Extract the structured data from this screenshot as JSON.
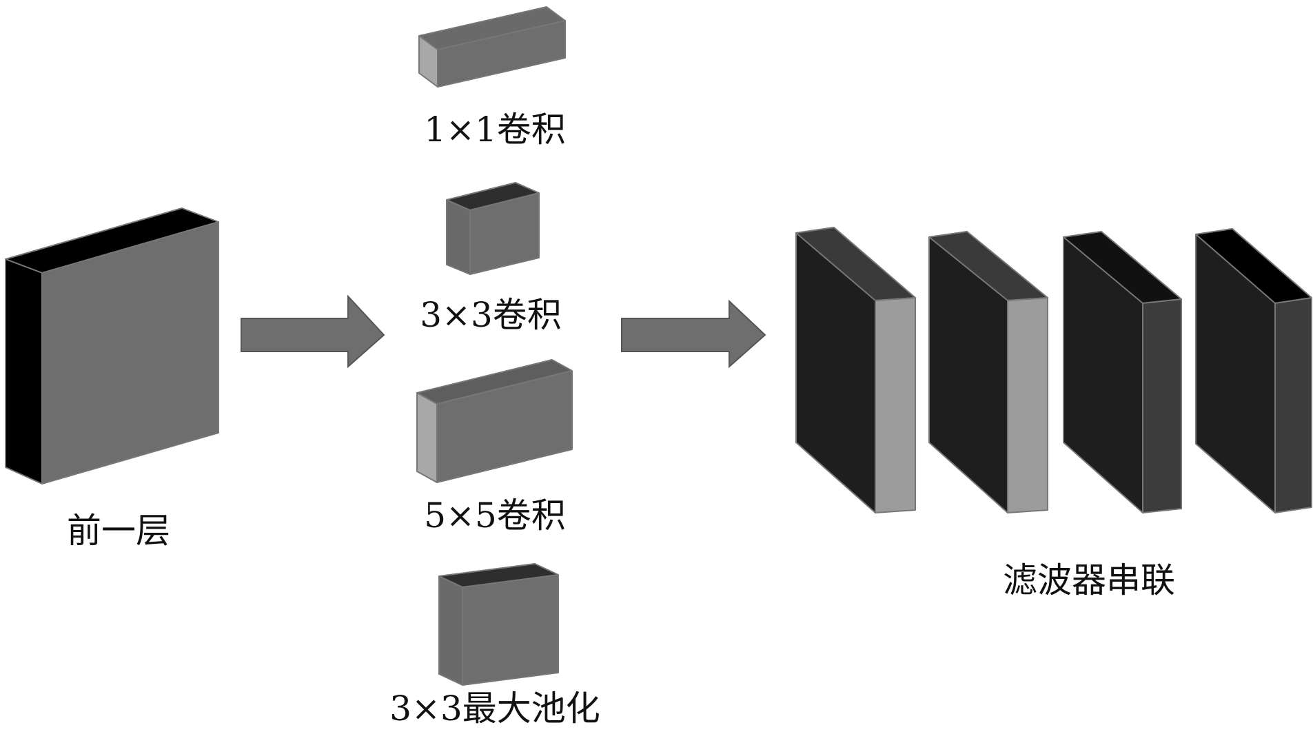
{
  "labels": {
    "previous_layer": "前一层",
    "conv_1x1": "1×1卷积",
    "conv_3x3": "3×3卷积",
    "conv_5x5": "5×5卷积",
    "maxpool_3x3": "3×3最大池化",
    "filter_concat": "滤波器串联"
  },
  "colors": {
    "block_front": "#6e6e6e",
    "block_side_dark": "#000000",
    "block_top_dark": "#2a2a2a",
    "block_side_light": "#a8a8a8",
    "filter_front": "#1e1e1e",
    "filter_side_light": "#9c9c9c",
    "filter_side_dark": "#3c3c3c",
    "arrow": "#6e6e6e"
  }
}
